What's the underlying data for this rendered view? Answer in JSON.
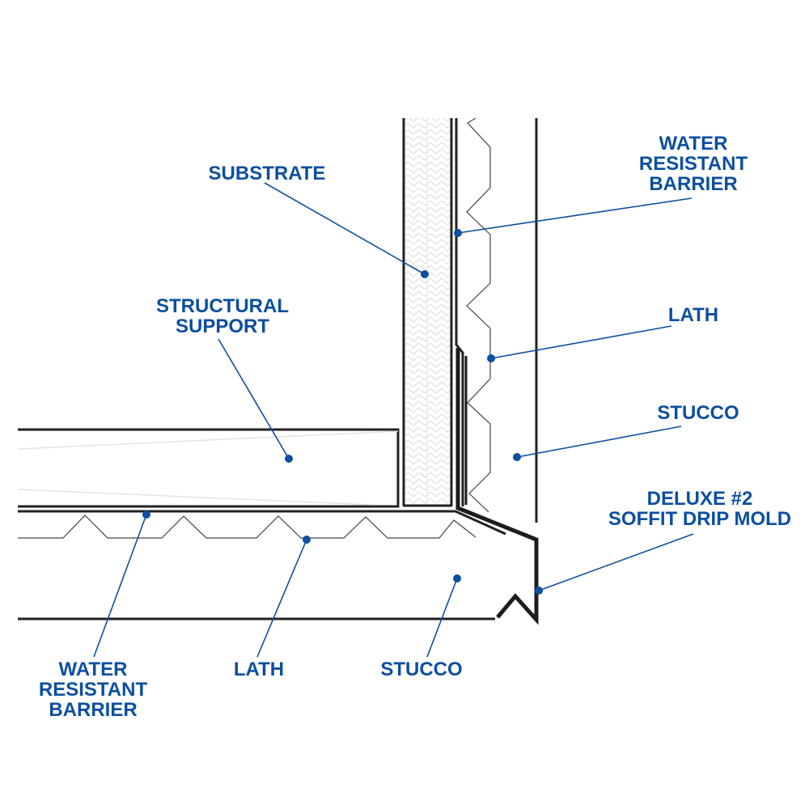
{
  "title": "Soffit drip mold stucco assembly detail",
  "colors": {
    "label": "#0d4fa0",
    "leader": "#0d4fa0",
    "line": "#222222",
    "hatch": "#dcdcdc"
  },
  "labels": {
    "substrate": [
      "SUBSTRATE"
    ],
    "wrb_top": [
      "WATER",
      "RESISTANT",
      "BARRIER"
    ],
    "structural_support": [
      "STRUCTURAL",
      "SUPPORT"
    ],
    "lath_right": [
      "LATH"
    ],
    "stucco_right": [
      "STUCCO"
    ],
    "drip_mold": [
      "DELUXE #2",
      "SOFFIT DRIP MOLD"
    ],
    "wrb_bottom": [
      "WATER",
      "RESISTANT",
      "BARRIER"
    ],
    "lath_bottom": [
      "LATH"
    ],
    "stucco_bottom": [
      "STUCCO"
    ]
  }
}
